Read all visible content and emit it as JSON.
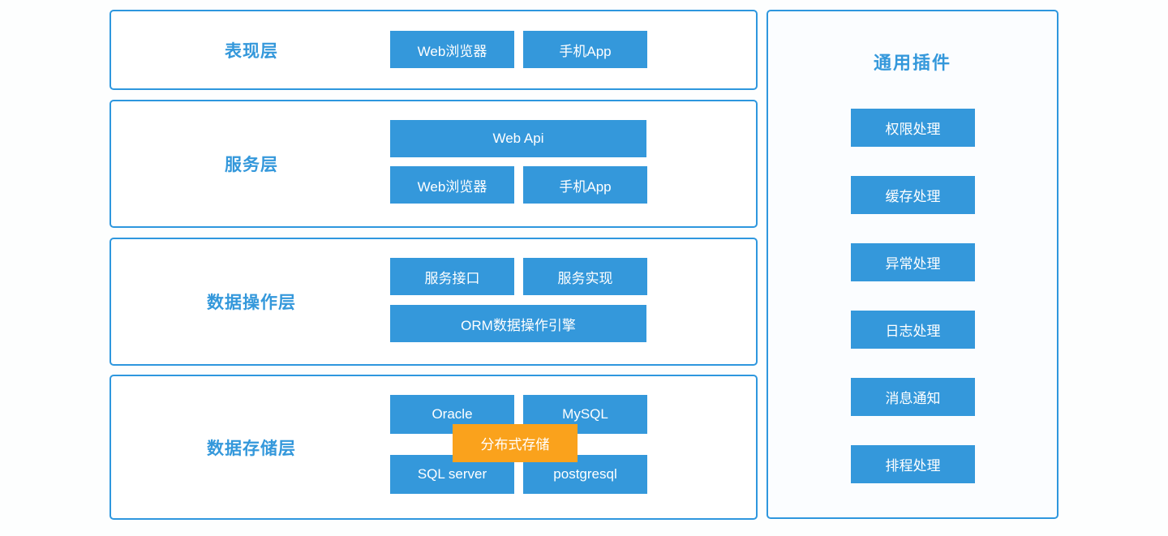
{
  "colors": {
    "primary_blue": "#3498db",
    "border_blue": "#2e97de",
    "accent_orange": "#faa21c",
    "title_text": "#3498db",
    "button_text": "#ffffff"
  },
  "layers": [
    {
      "title": "表现层",
      "buttons": [
        {
          "label": "Web浏览器"
        },
        {
          "label": "手机App"
        }
      ]
    },
    {
      "title": "服务层",
      "buttons": [
        {
          "label": "Web Api"
        },
        {
          "label": "Web浏览器"
        },
        {
          "label": "手机App"
        }
      ]
    },
    {
      "title": "数据操作层",
      "buttons": [
        {
          "label": "服务接口"
        },
        {
          "label": "服务实现"
        },
        {
          "label": "ORM数据操作引擎"
        }
      ]
    },
    {
      "title": "数据存储层",
      "buttons": [
        {
          "label": "Oracle"
        },
        {
          "label": "MySQL"
        },
        {
          "label": "SQL server"
        },
        {
          "label": "postgresql"
        },
        {
          "label": "分布式存储",
          "highlight": true
        }
      ]
    }
  ],
  "plugins": {
    "title": "通用插件",
    "items": [
      {
        "label": "权限处理"
      },
      {
        "label": "缓存处理"
      },
      {
        "label": "异常处理"
      },
      {
        "label": "日志处理"
      },
      {
        "label": "消息通知"
      },
      {
        "label": "排程处理"
      }
    ]
  }
}
